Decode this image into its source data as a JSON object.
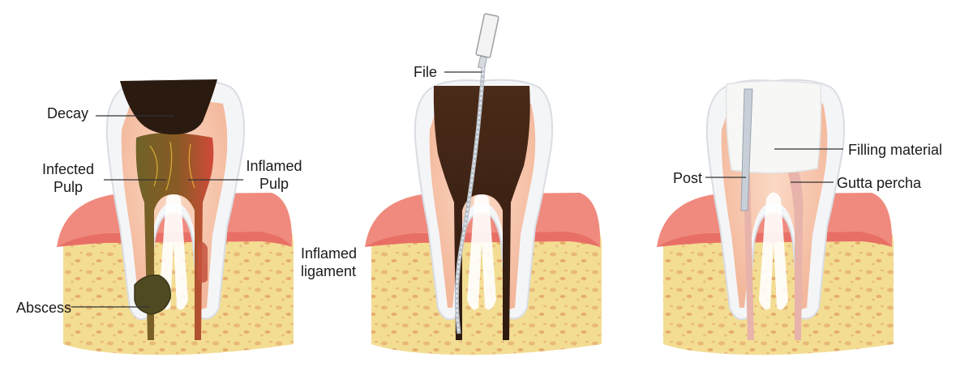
{
  "panels": [
    {
      "name": "infected-tooth",
      "labels": {
        "decay": "Decay",
        "infected_pulp_line1": "Infected",
        "infected_pulp_line2": "Pulp",
        "inflamed_pulp_line1": "Inflamed",
        "inflamed_pulp_line2": "Pulp",
        "inflamed_ligament_line1": "Inflamed",
        "inflamed_ligament_line2": "ligament",
        "abscess": "Abscess"
      }
    },
    {
      "name": "cleaning-tooth",
      "labels": {
        "file": "File"
      }
    },
    {
      "name": "restored-tooth",
      "labels": {
        "filling_material": "Filling material",
        "post": "Post",
        "gutta_percha": "Gutta percha"
      }
    }
  ],
  "colors": {
    "gum": "#f08a7e",
    "gum_edge": "#e86f66",
    "bone": "#f3dd93",
    "bone_spots": "#e8b978",
    "enamel": "#f4f5f7",
    "dentin": "#f7c9b0",
    "pulp_cavity": "#3a2217",
    "decay": "#2a1a10",
    "infected_pulp": "#7a6a2a",
    "inflamed_pulp": "#c9473a",
    "abscess": "#4f4a22",
    "filling": "#f7f7f5",
    "post": "#c8cfd8",
    "gutta_percha": "#e7b3ab",
    "leader": "#333333"
  }
}
